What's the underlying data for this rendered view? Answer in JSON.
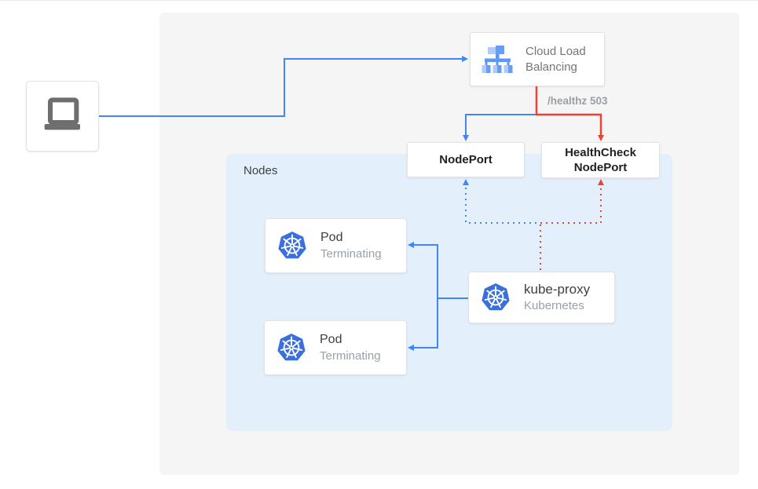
{
  "nodes_group": {
    "label": "Nodes"
  },
  "cloud_lb": {
    "line1": "Cloud Load",
    "line2": "Balancing"
  },
  "healthz_label": "/healthz 503",
  "nodeport": {
    "label": "NodePort"
  },
  "healthcheck_nodeport": {
    "line1": "HealthCheck",
    "line2": "NodePort"
  },
  "pods": [
    {
      "title": "Pod",
      "status": "Terminating"
    },
    {
      "title": "Pod",
      "status": "Terminating"
    }
  ],
  "kube_proxy": {
    "title": "kube-proxy",
    "subtitle": "Kubernetes"
  },
  "icons": {
    "laptop": "laptop-icon",
    "load_balancer": "cloud-load-balancing-icon",
    "kubernetes": "kubernetes-icon"
  },
  "colors": {
    "flow_blue": "#4285f4",
    "flow_red": "#ea4335",
    "nodes_bg": "#e3f0fc",
    "panel_bg": "#f5f5f5",
    "kubernetes_blue": "#3b6fde",
    "icon_gray": "#6e6e6e",
    "text_dark": "#202124",
    "text_gray": "#757575",
    "text_light_gray": "#9aa0a6"
  }
}
